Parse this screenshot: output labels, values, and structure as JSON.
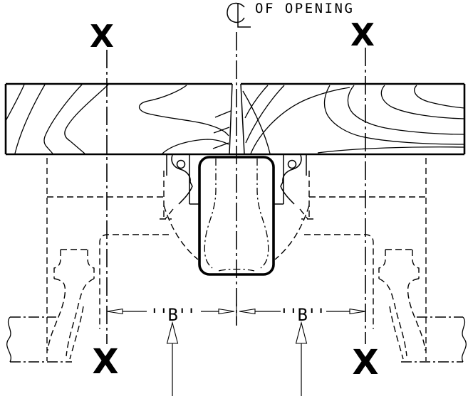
{
  "colors": {
    "ink": "#000000",
    "paper": "#ffffff"
  },
  "annotations": {
    "opening_label": "OF OPENING",
    "marker_top_left": "X",
    "marker_top_right": "X",
    "marker_bottom_left": "X",
    "marker_bottom_right": "X",
    "dim_left": "''B''",
    "dim_right": "''B''"
  }
}
